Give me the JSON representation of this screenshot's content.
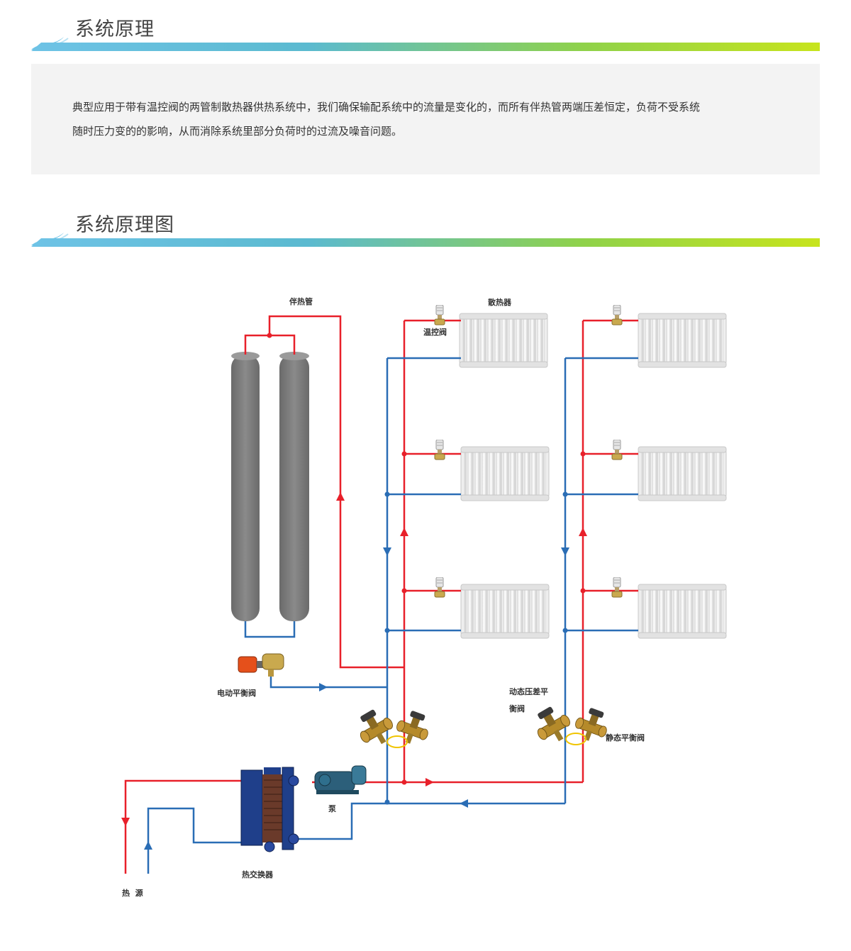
{
  "sections": [
    {
      "title": "系统原理"
    },
    {
      "title": "系统原理图"
    }
  ],
  "intro": {
    "line1": "典型应用于带有温控阀的两管制散热器供热系统中，我们确保输配系统中的流量是变化的，而所有伴热管两端压差恒定，负荷不受系统",
    "line2": "随时压力变的的影响，从而消除系统里部分负荷时的过流及噪音问题。"
  },
  "diagram": {
    "labels": {
      "tracing_pipe": "伴热管",
      "radiator": "散热器",
      "thermostatic_valve": "温控阀",
      "electric_balance_valve": "电动平衡阀",
      "dp_valve_line1": "动态压差平",
      "dp_valve_line2": "衡阀",
      "static_balance_valve": "静态平衡阀",
      "pump": "泵",
      "heat_exchanger": "热交换器",
      "heat_source": "热  源"
    }
  },
  "colors": {
    "supply_pipe": "#e8202a",
    "return_pipe": "#2a6db5",
    "header_gradient_start": "#6ec3e6",
    "header_gradient_end": "#c7e41d",
    "intro_background": "#f3f3f3",
    "tank": "#7a7a7a",
    "radiator": "#f2f2f2"
  }
}
